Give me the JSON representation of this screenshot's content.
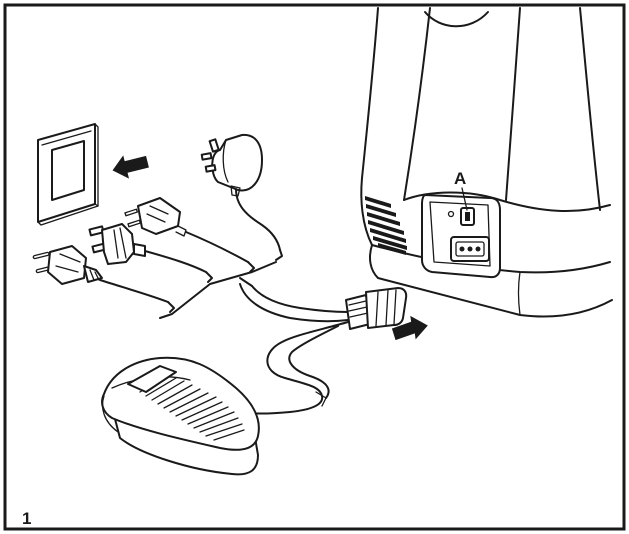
{
  "figure": {
    "number": "1",
    "callouts": [
      {
        "id": "A",
        "text": "A"
      }
    ]
  },
  "colors": {
    "ink": "#1a1a1a",
    "paper": "#ffffff"
  },
  "icons": {
    "wall_socket": "wall-socket-icon",
    "plugs": [
      "eu-plug-icon",
      "us-plug-icon",
      "round-plug-icon",
      "uk-adapter-icon"
    ],
    "foot_pedal": "foot-pedal-icon",
    "machine_socket": "machine-power-socket-icon"
  }
}
